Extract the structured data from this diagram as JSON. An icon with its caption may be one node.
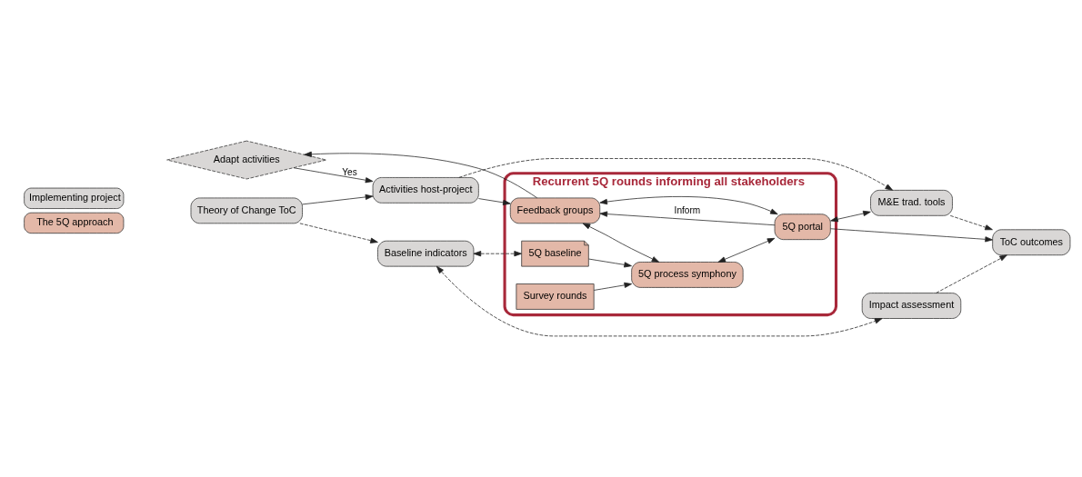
{
  "diagram": {
    "nodes": [
      {
        "text": [
          "Recurrent 5Q rounds informing all stakeholders"
        ]
      },
      {
        "text": [
          "Adapt activities"
        ]
      },
      {
        "text": [
          "Feedback groups"
        ],
        "in": 0
      },
      {
        "text": [
          "Survey rounds"
        ],
        "in": 0
      },
      {
        "text": [
          "Theory of Change ToC"
        ]
      },
      {
        "text": [
          "Activities host-project"
        ]
      },
      {
        "text": [
          "5Q baseline"
        ],
        "in": 0
      },
      {
        "text": [
          "5Q process symphony"
        ],
        "in": 0
      },
      {
        "text": [
          "5Q portal"
        ],
        "in": 0
      },
      {
        "text": [
          "ToC outcomes"
        ]
      },
      {
        "text": [
          "M&E trad. tools"
        ]
      },
      {
        "text": [
          "Baseline indicators"
        ]
      },
      {
        "text": [
          "Impact assessment"
        ]
      }
    ],
    "edges": [
      {
        "from": 2,
        "to": 1,
        "arrow": "to"
      },
      {
        "from": 1,
        "to": 5,
        "arrow": "to",
        "label": "Yes"
      },
      {
        "from": 4,
        "to": 5,
        "arrow": "to"
      },
      {
        "from": 5,
        "to": 2,
        "arrow": "to"
      },
      {
        "from": 8,
        "to": 2,
        "arrow": "to",
        "label": "Inform"
      },
      {
        "from": 3,
        "to": 7,
        "arrow": "to"
      },
      {
        "from": 6,
        "to": 7,
        "arrow": "to"
      },
      {
        "from": 7,
        "to": 8,
        "arrow": "both"
      },
      {
        "from": 2,
        "to": 7,
        "arrow": "both"
      },
      {
        "from": 2,
        "to": 8,
        "arrow": "both"
      },
      {
        "from": 8,
        "to": 9,
        "arrow": "to"
      },
      {
        "from": 8,
        "to": 10,
        "arrow": "both"
      },
      {
        "from": 4,
        "to": 11,
        "arrow": "to",
        "style": "dashed"
      },
      {
        "from": 11,
        "to": 6,
        "arrow": "both",
        "style": "dashed"
      },
      {
        "from": 5,
        "to": 10,
        "arrow": "to",
        "style": "dashed"
      },
      {
        "from": 10,
        "to": 9,
        "arrow": "to",
        "style": "dashed"
      },
      {
        "from": 11,
        "to": 12,
        "arrow": "both",
        "style": "dashed"
      },
      {
        "from": 12,
        "to": 9,
        "arrow": "to",
        "style": "dashed"
      }
    ],
    "legend": [
      {
        "text": "Implementing project",
        "color": "#d9d7d6"
      },
      {
        "text": "The 5Q approach",
        "color": "#e3b8a8"
      }
    ]
  }
}
